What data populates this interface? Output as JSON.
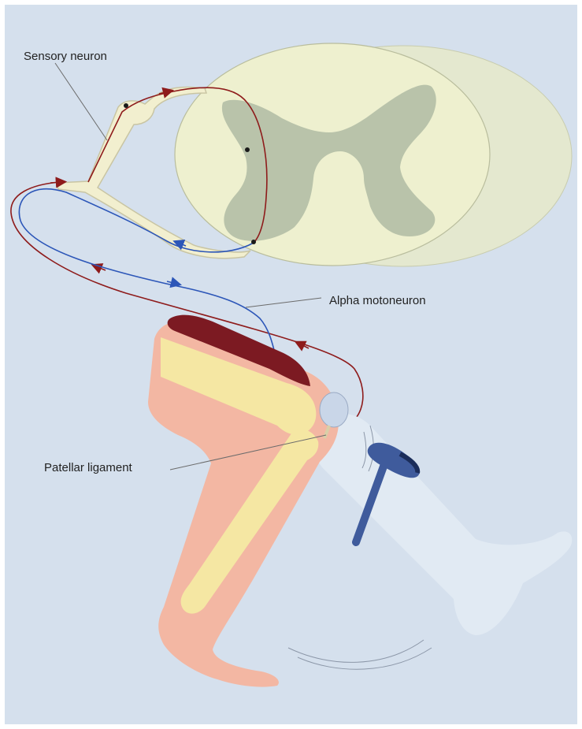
{
  "labels": {
    "sensory_neuron": "Sensory neuron",
    "alpha_motoneuron": "Alpha motoneuron",
    "patellar_ligament": "Patellar ligament"
  },
  "colors": {
    "background": "#d5e0ed",
    "frame": "#ffffff",
    "spinal_cord_white": "#eef0cf",
    "spinal_cord_segment_back": "#e4e8cf",
    "spinal_cord_grey": "#b9c3aa",
    "sensory_pathway": "#8e1b1b",
    "motor_pathway": "#2c56b8",
    "nerve_fiber": "#f2efcf",
    "leg_skin": "#f3b7a3",
    "bone": "#f5e7a3",
    "quadriceps": "#7c1a22",
    "ghost_leg": "#e1eaf3",
    "hammer": "#3f5b9c",
    "label_line": "#6b6b6b"
  }
}
